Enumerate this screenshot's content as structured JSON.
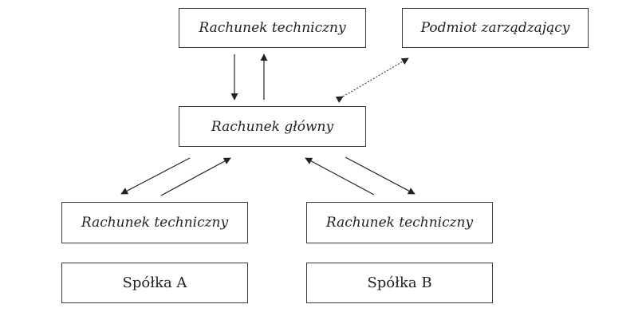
{
  "boxes": {
    "tech_top": "Rachunek techniczny",
    "manager": "Podmiot zarządzający",
    "main": "Rachunek główny",
    "tech_left": "Rachunek techniczny",
    "tech_right": "Rachunek techniczny",
    "company_a": "Spółka A",
    "company_b": "Spółka B"
  },
  "colors": {
    "line": "#222222",
    "border": "#3a3a3a",
    "text": "#222222"
  }
}
